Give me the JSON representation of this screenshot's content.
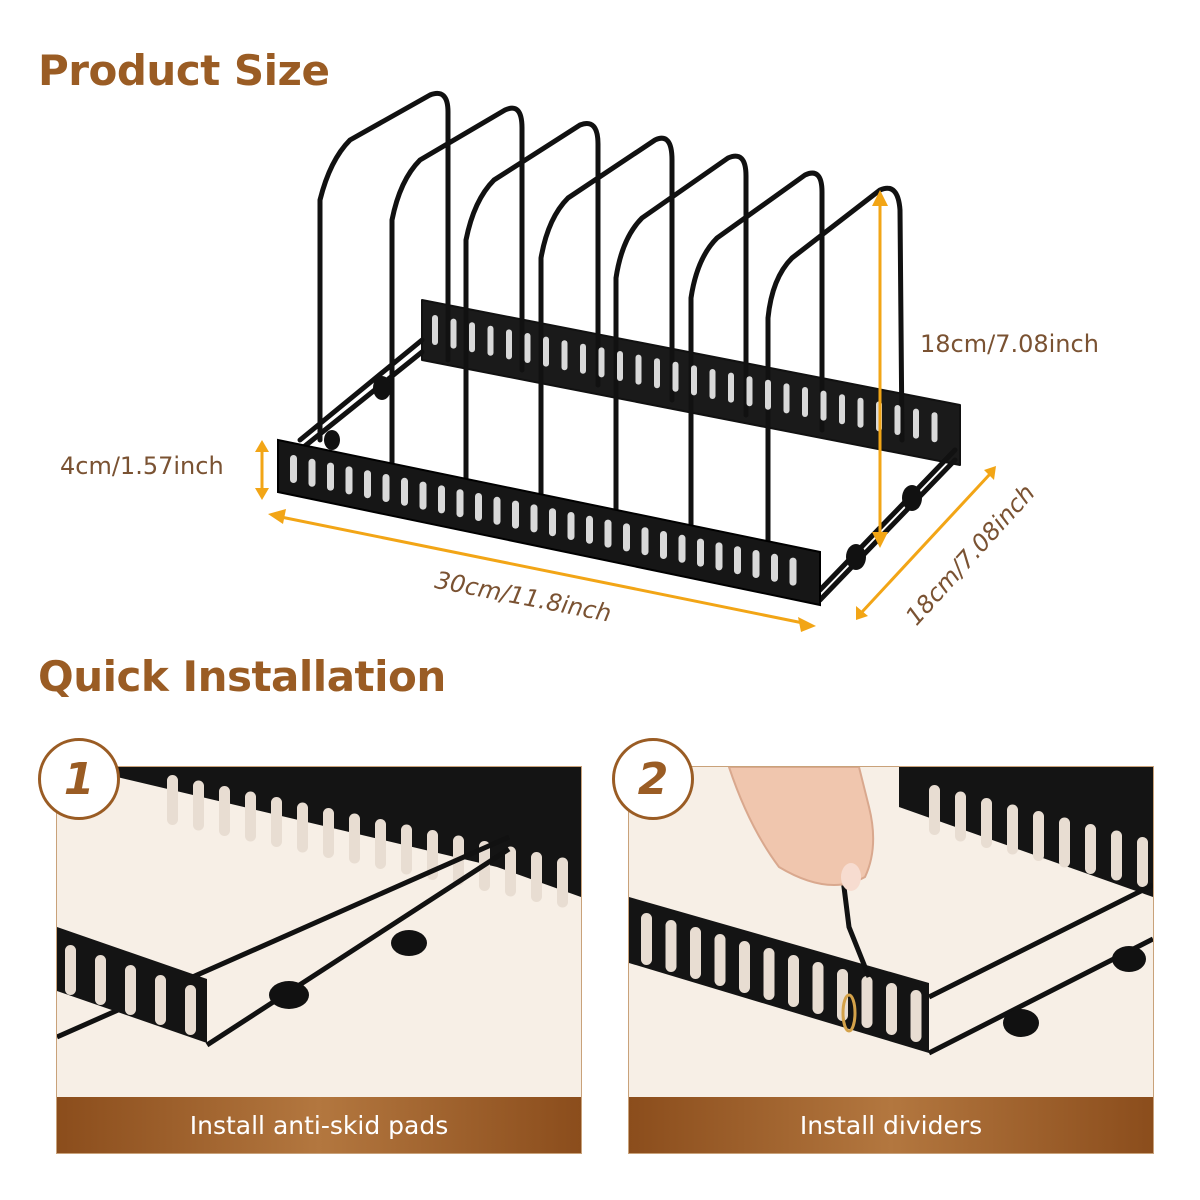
{
  "sections": {
    "product_size_title": "Product Size",
    "quick_installation_title": "Quick Installation"
  },
  "dimensions": {
    "height_divider": "18cm/7.08inch",
    "height_base": "4cm/1.57inch",
    "length": "30cm/11.8inch",
    "width": "18cm/7.08inch"
  },
  "steps": [
    {
      "number": "1",
      "caption": "Install anti-skid pads"
    },
    {
      "number": "2",
      "caption": "Install dividers"
    }
  ],
  "colors": {
    "heading_brown": "#9a5c24",
    "dimension_arrow": "#f2a516",
    "caption_bar": "#a0622c",
    "rack_black": "#111111"
  }
}
